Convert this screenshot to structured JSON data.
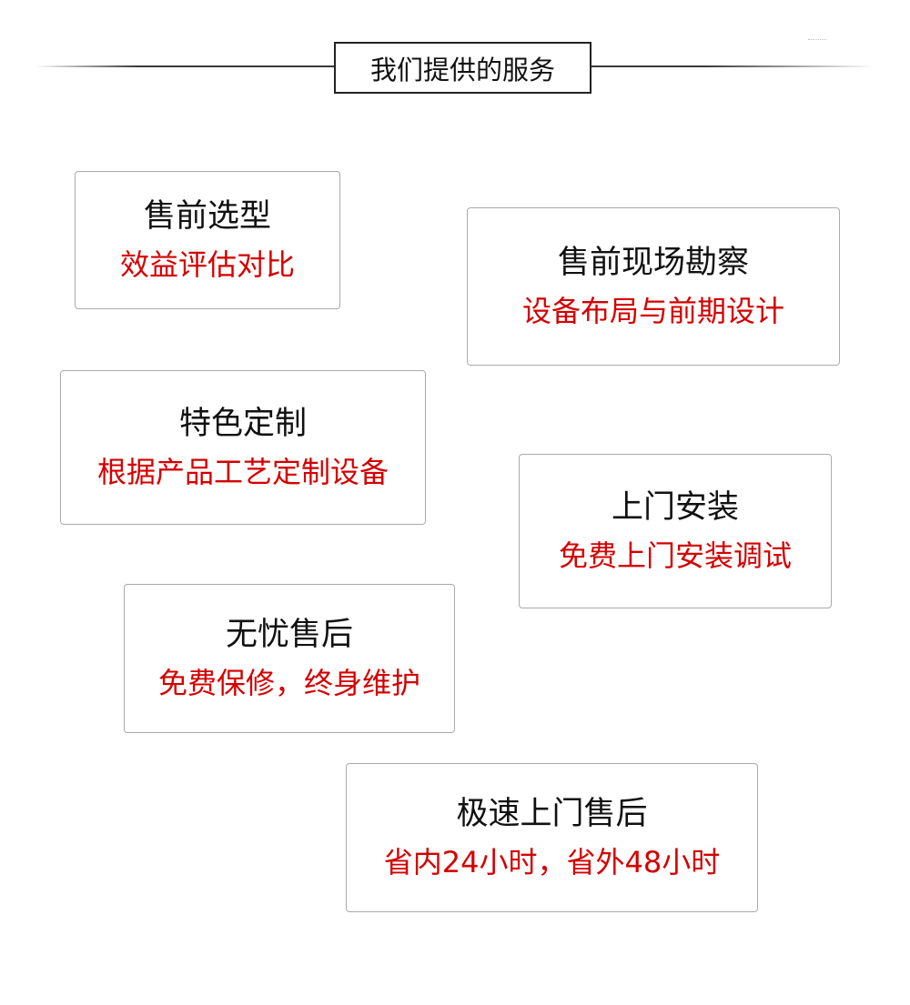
{
  "header": {
    "title": "我们提供的服务"
  },
  "services": [
    {
      "title": "售前选型",
      "subtitle": "效益评估对比"
    },
    {
      "title": "售前现场勘察",
      "subtitle": "设备布局与前期设计"
    },
    {
      "title": "特色定制",
      "subtitle": "根据产品工艺定制设备"
    },
    {
      "title": "上门安装",
      "subtitle": "免费上门安装调试"
    },
    {
      "title": "无忧售后",
      "subtitle": "免费保修，终身维护"
    },
    {
      "title": "极速上门售后",
      "subtitle": "省内24小时，省外48小时"
    }
  ],
  "colors": {
    "accent": "#d40000",
    "text": "#111111",
    "border": "#aaaaaa"
  }
}
